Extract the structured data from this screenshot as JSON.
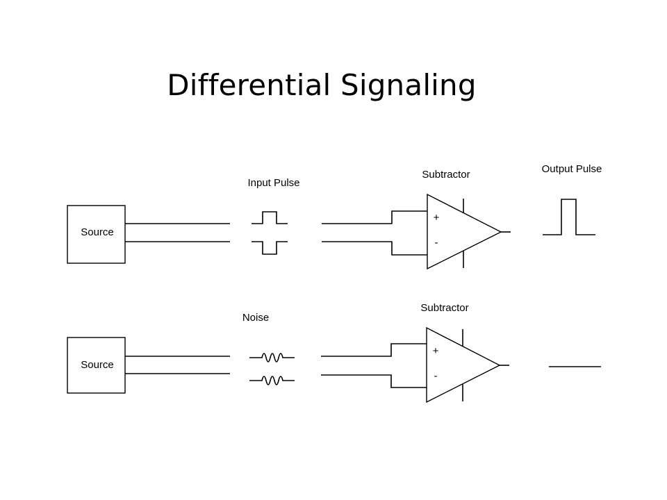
{
  "title": "Differential Signaling",
  "top_row": {
    "source_label": "Source",
    "signal_label": "Input Pulse",
    "subtractor_label": "Subtractor",
    "output_label": "Output Pulse",
    "plus_sign": "+",
    "minus_sign": "-"
  },
  "bottom_row": {
    "source_label": "Source",
    "signal_label": "Noise",
    "subtractor_label": "Subtractor",
    "plus_sign": "+",
    "minus_sign": "-"
  }
}
